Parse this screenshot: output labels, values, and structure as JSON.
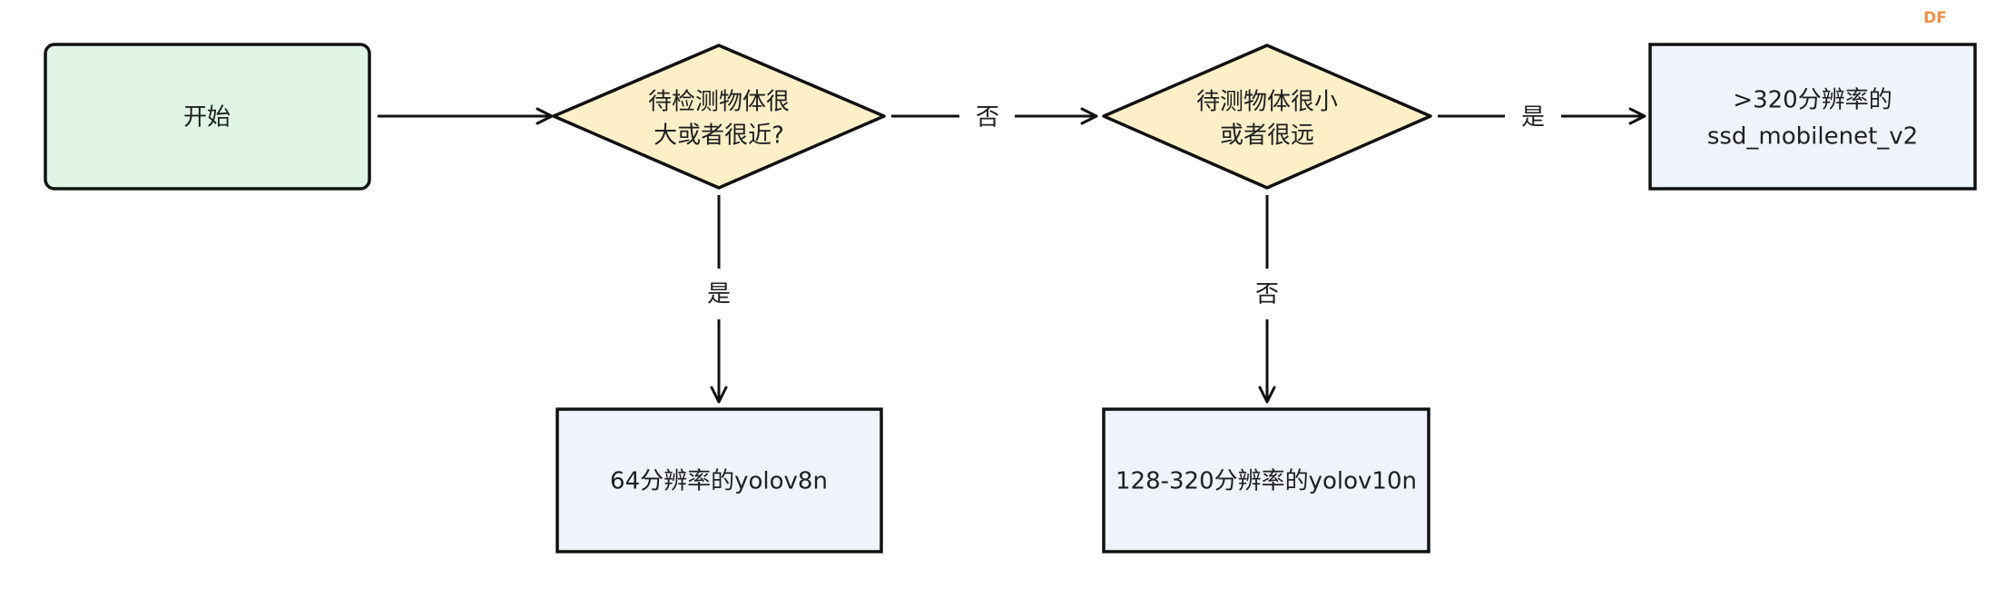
{
  "watermark": "DF",
  "nodes": {
    "start": {
      "label": "开始"
    },
    "decision_large": {
      "line1": "待检测物体很",
      "line2": "大或者很近?"
    },
    "decision_small": {
      "line1": "待测物体很小",
      "line2": "或者很远"
    },
    "result_ssd": {
      "line1": ">320分辨率的",
      "line2": "ssd_mobilenet_v2"
    },
    "result_yolov8n": {
      "label": "64分辨率的yolov8n"
    },
    "result_yolov10n": {
      "label": "128-320分辨率的yolov10n"
    }
  },
  "edges": {
    "large_no": "否",
    "large_yes": "是",
    "small_yes": "是",
    "small_no": "否"
  },
  "colors": {
    "start_fill": "#dff4e4",
    "decision_fill": "#fdf0c9",
    "result_fill": "#eef3fc",
    "stroke": "#111111",
    "watermark": "#ee8f4a"
  }
}
